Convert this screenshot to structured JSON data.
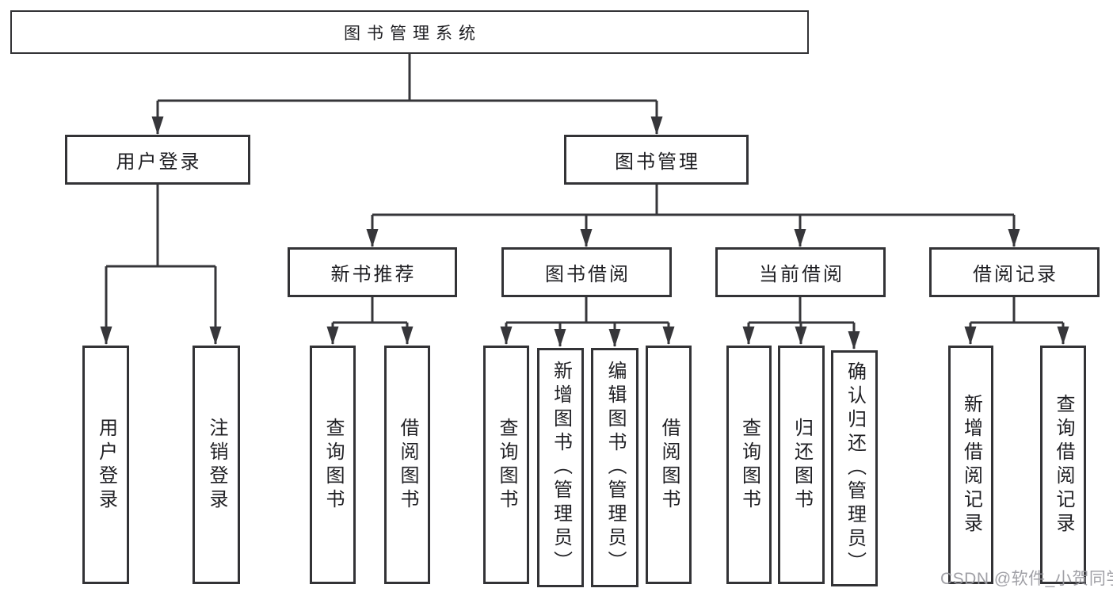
{
  "tree": {
    "label": "图书管理系统",
    "children": [
      {
        "label": "用户登录",
        "children": [
          {
            "label": "用户登录"
          },
          {
            "label": "注销登录"
          }
        ]
      },
      {
        "label": "图书管理",
        "children": [
          {
            "label": "新书推荐",
            "children": [
              {
                "label": "查询图书"
              },
              {
                "label": "借阅图书"
              }
            ]
          },
          {
            "label": "图书借阅",
            "children": [
              {
                "label": "查询图书"
              },
              {
                "label": "新增图书（管理员）"
              },
              {
                "label": "编辑图书（管理员）"
              },
              {
                "label": "借阅图书"
              }
            ]
          },
          {
            "label": "当前借阅",
            "children": [
              {
                "label": "查询图书"
              },
              {
                "label": "归还图书"
              },
              {
                "label": "确认归还（管理员）"
              }
            ]
          },
          {
            "label": "借阅记录",
            "children": [
              {
                "label": "新增借阅记录"
              },
              {
                "label": "查询借阅记录"
              }
            ]
          }
        ]
      }
    ]
  },
  "watermark": "CSDN @软件_小贺同学",
  "colors": {
    "line": "#36363a",
    "box_border": "#333336",
    "text": "#1f1f23",
    "watermark": "#98989e",
    "background": "#ffffff"
  }
}
